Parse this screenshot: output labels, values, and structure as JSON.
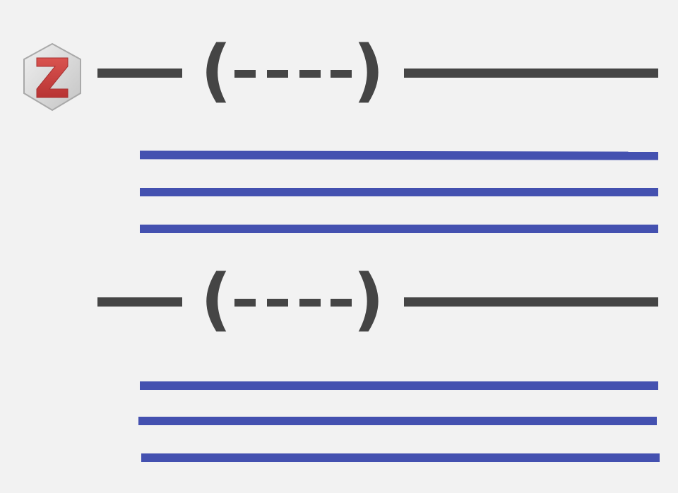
{
  "logo": {
    "letter": "Z",
    "name": "zotero-logo"
  },
  "colors": {
    "dark": "#454545",
    "blue": "#4451b0",
    "background": "#f2f2f2"
  },
  "groups": [
    {
      "heading": {
        "open": "(",
        "close": ")"
      },
      "lines": 3
    },
    {
      "heading": {
        "open": "(",
        "close": ")"
      },
      "lines": 3
    }
  ]
}
